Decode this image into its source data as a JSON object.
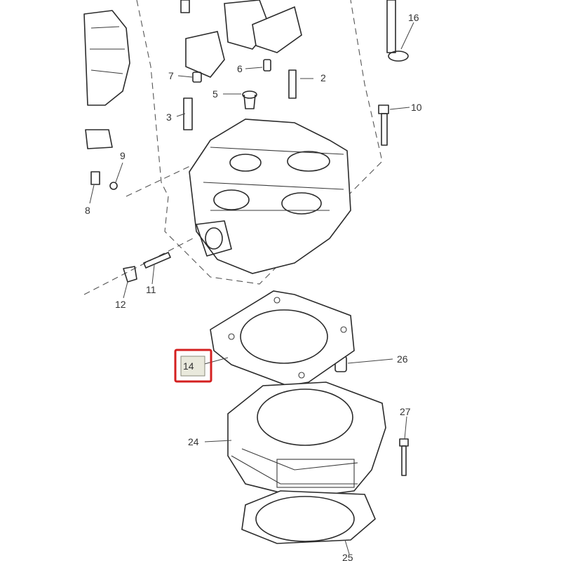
{
  "diagram": {
    "callouts": [
      {
        "id": "2",
        "label": "2"
      },
      {
        "id": "3",
        "label": "3"
      },
      {
        "id": "5",
        "label": "5"
      },
      {
        "id": "6",
        "label": "6"
      },
      {
        "id": "7",
        "label": "7"
      },
      {
        "id": "8",
        "label": "8"
      },
      {
        "id": "9",
        "label": "9"
      },
      {
        "id": "10",
        "label": "10"
      },
      {
        "id": "11",
        "label": "11"
      },
      {
        "id": "12",
        "label": "12"
      },
      {
        "id": "14",
        "label": "14"
      },
      {
        "id": "16",
        "label": "16"
      },
      {
        "id": "24",
        "label": "24"
      },
      {
        "id": "25",
        "label": "25"
      },
      {
        "id": "26",
        "label": "26"
      },
      {
        "id": "27",
        "label": "27"
      }
    ],
    "highlighted_callout": "14",
    "highlight_color": "#d42020"
  }
}
